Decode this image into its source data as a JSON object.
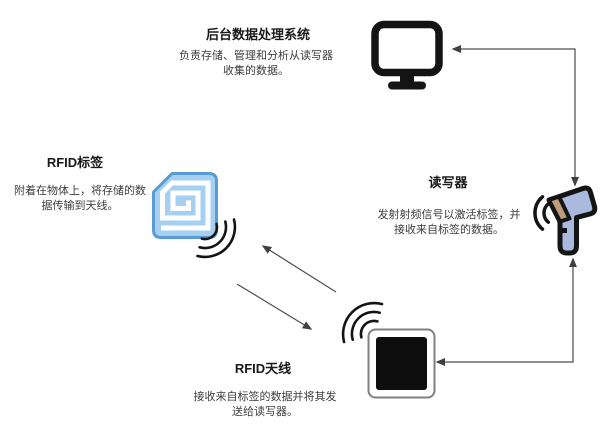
{
  "nodes": {
    "backend": {
      "title": "后台数据处理系统",
      "desc1": "负责存储、管理和分析从读写器",
      "desc2": "收集的数据。",
      "icon": "desktop-monitor"
    },
    "tag": {
      "title": "RFID标签",
      "desc1": "附着在物体上，将存储的数",
      "desc2": "据传输到天线。",
      "icon": "rfid-tag"
    },
    "reader": {
      "title": "读写器",
      "desc1": "发射射频信号以激活标签，并",
      "desc2": "接收来自标签的数据。",
      "icon": "barcode-scanner"
    },
    "antenna": {
      "title": "RFID天线",
      "desc1": "接收来自标签的数据并将其发",
      "desc2": "送给读写器。",
      "icon": "antenna-panel"
    }
  },
  "connectors": [
    {
      "from": "reader",
      "to": "backend",
      "style": "elbow",
      "arrows": "both"
    },
    {
      "from": "antenna",
      "to": "reader",
      "style": "elbow",
      "arrows": "both"
    },
    {
      "from": "antenna",
      "to": "tag",
      "style": "straight",
      "arrows": "end"
    },
    {
      "from": "tag",
      "to": "antenna",
      "style": "straight",
      "arrows": "end"
    }
  ],
  "colors": {
    "background": "#ffffff",
    "title_text": "#1a1a1a",
    "body_text": "#3d3d3d",
    "outline": "#141414",
    "arrow": "#4d4d4d",
    "tag_fill": "#a6d0f2",
    "tag_border": "#5b9bd5",
    "tag_coil": "#ffffff",
    "scanner_body": "#a9bade",
    "scanner_window": "#bf9c79",
    "antenna_fill": "#0e0e0e",
    "antenna_border": "#808080",
    "monitor_screen": "#ffffff"
  }
}
